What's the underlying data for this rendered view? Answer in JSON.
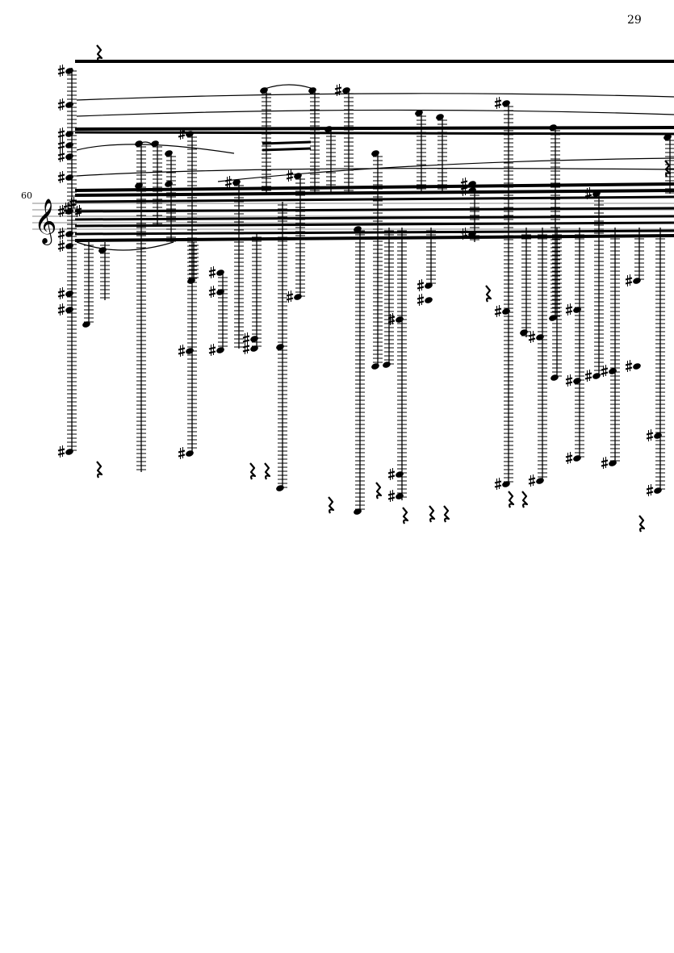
{
  "page": {
    "page_number": "29",
    "measure_number": "60"
  },
  "score": {
    "clef": "treble-clef-icon",
    "key_signature": "three-sharps",
    "ink_color": "#000000",
    "staff_color": "#888888"
  }
}
